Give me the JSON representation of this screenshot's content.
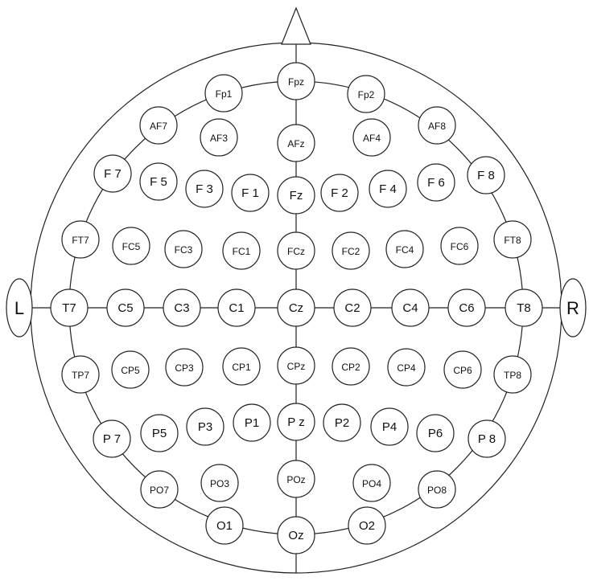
{
  "side_labels": {
    "left": "L",
    "right": "R"
  },
  "electrodes": [
    {
      "id": "Fpz",
      "label": "Fpz"
    },
    {
      "id": "Fp1",
      "label": "Fp1"
    },
    {
      "id": "Fp2",
      "label": "Fp2"
    },
    {
      "id": "AF7",
      "label": "AF7"
    },
    {
      "id": "AF3",
      "label": "AF3"
    },
    {
      "id": "AFz",
      "label": "AFz"
    },
    {
      "id": "AF4",
      "label": "AF4"
    },
    {
      "id": "AF8",
      "label": "AF8"
    },
    {
      "id": "F7",
      "label": "F 7"
    },
    {
      "id": "F5",
      "label": "F 5"
    },
    {
      "id": "F3",
      "label": "F 3"
    },
    {
      "id": "F1",
      "label": "F 1"
    },
    {
      "id": "Fz",
      "label": "Fz"
    },
    {
      "id": "F2",
      "label": "F 2"
    },
    {
      "id": "F4",
      "label": "F 4"
    },
    {
      "id": "F6",
      "label": "F 6"
    },
    {
      "id": "F8",
      "label": "F 8"
    },
    {
      "id": "FT7",
      "label": "FT7"
    },
    {
      "id": "FC5",
      "label": "FC5"
    },
    {
      "id": "FC3",
      "label": "FC3"
    },
    {
      "id": "FC1",
      "label": "FC1"
    },
    {
      "id": "FCz",
      "label": "FCz"
    },
    {
      "id": "FC2",
      "label": "FC2"
    },
    {
      "id": "FC4",
      "label": "FC4"
    },
    {
      "id": "FC6",
      "label": "FC6"
    },
    {
      "id": "FT8",
      "label": "FT8"
    },
    {
      "id": "T7",
      "label": "T7"
    },
    {
      "id": "C5",
      "label": "C5"
    },
    {
      "id": "C3",
      "label": "C3"
    },
    {
      "id": "C1",
      "label": "C1"
    },
    {
      "id": "Cz",
      "label": "Cz"
    },
    {
      "id": "C2",
      "label": "C2"
    },
    {
      "id": "C4",
      "label": "C4"
    },
    {
      "id": "C6",
      "label": "C6"
    },
    {
      "id": "T8",
      "label": "T8"
    },
    {
      "id": "TP7",
      "label": "TP7"
    },
    {
      "id": "CP5",
      "label": "CP5"
    },
    {
      "id": "CP3",
      "label": "CP3"
    },
    {
      "id": "CP1",
      "label": "CP1"
    },
    {
      "id": "CPz",
      "label": "CPz"
    },
    {
      "id": "CP2",
      "label": "CP2"
    },
    {
      "id": "CP4",
      "label": "CP4"
    },
    {
      "id": "CP6",
      "label": "CP6"
    },
    {
      "id": "TP8",
      "label": "TP8"
    },
    {
      "id": "P7",
      "label": "P 7"
    },
    {
      "id": "P5",
      "label": "P5"
    },
    {
      "id": "P3",
      "label": "P3"
    },
    {
      "id": "P1",
      "label": "P1"
    },
    {
      "id": "Pz",
      "label": "P z"
    },
    {
      "id": "P2",
      "label": "P2"
    },
    {
      "id": "P4",
      "label": "P4"
    },
    {
      "id": "P6",
      "label": "P6"
    },
    {
      "id": "P8",
      "label": "P 8"
    },
    {
      "id": "PO7",
      "label": "PO7"
    },
    {
      "id": "PO3",
      "label": "PO3"
    },
    {
      "id": "POz",
      "label": "POz"
    },
    {
      "id": "PO4",
      "label": "PO4"
    },
    {
      "id": "PO8",
      "label": "PO8"
    },
    {
      "id": "O1",
      "label": "O1"
    },
    {
      "id": "Oz",
      "label": "Oz"
    },
    {
      "id": "O2",
      "label": "O2"
    }
  ]
}
